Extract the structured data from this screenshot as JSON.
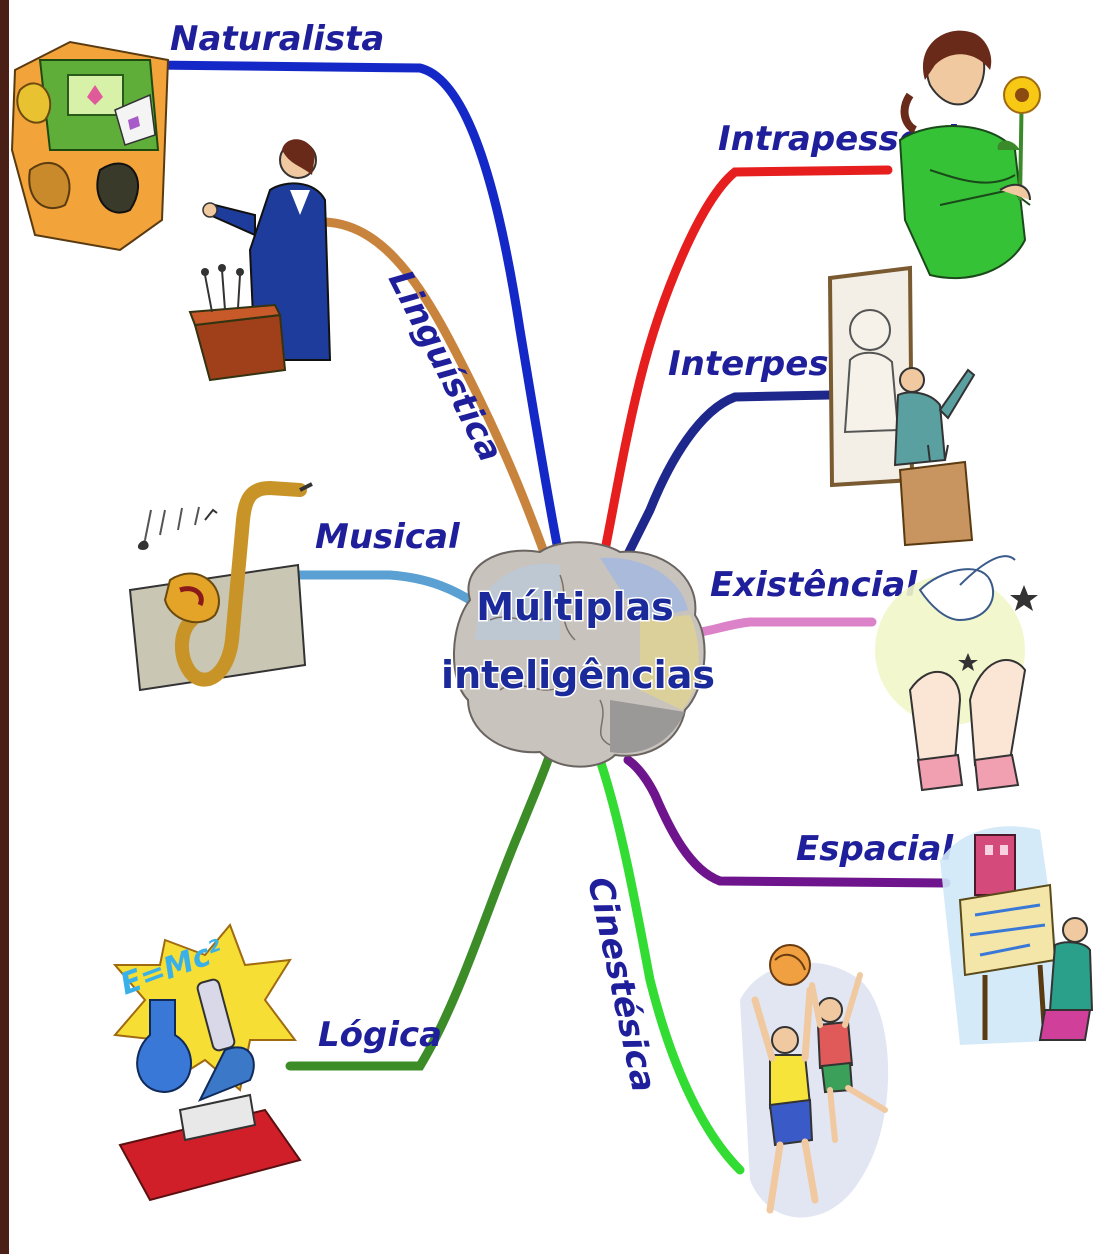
{
  "center": {
    "line1": "Múltiplas",
    "line2": "inteligências"
  },
  "branches": [
    {
      "id": "naturalista",
      "label": "Naturalista",
      "color": "#1428c8"
    },
    {
      "id": "linguistica",
      "label": "Linguística",
      "color": "#c8843c"
    },
    {
      "id": "musical",
      "label": "Musical",
      "color": "#5aa0d2"
    },
    {
      "id": "logica",
      "label": "Lógica",
      "color": "#3c8c28"
    },
    {
      "id": "intrapessoal",
      "label": "Intrapessoal",
      "color": "#e61e1e"
    },
    {
      "id": "interpessoal",
      "label": "Interpessoal",
      "color": "#1e288c"
    },
    {
      "id": "existencial",
      "label": "Existêncial",
      "color": "#dc82c8"
    },
    {
      "id": "espacial",
      "label": "Espacial",
      "color": "#6e148c"
    },
    {
      "id": "cinestesica",
      "label": "Cinestésica",
      "color": "#32dc32"
    }
  ],
  "illustrations": [
    {
      "id": "naturalista",
      "icon": "nature-book-leaves-icon"
    },
    {
      "id": "linguistica",
      "icon": "speaker-podium-icon"
    },
    {
      "id": "musical",
      "icon": "saxophone-icon"
    },
    {
      "id": "logica",
      "icon": "science-lab-icon"
    },
    {
      "id": "intrapessoal",
      "icon": "woman-flower-icon"
    },
    {
      "id": "interpessoal",
      "icon": "lecturer-portrait-icon"
    },
    {
      "id": "existencial",
      "icon": "dove-hands-icon"
    },
    {
      "id": "espacial",
      "icon": "architect-desk-icon"
    },
    {
      "id": "cinestesica",
      "icon": "kids-ball-icon"
    }
  ]
}
